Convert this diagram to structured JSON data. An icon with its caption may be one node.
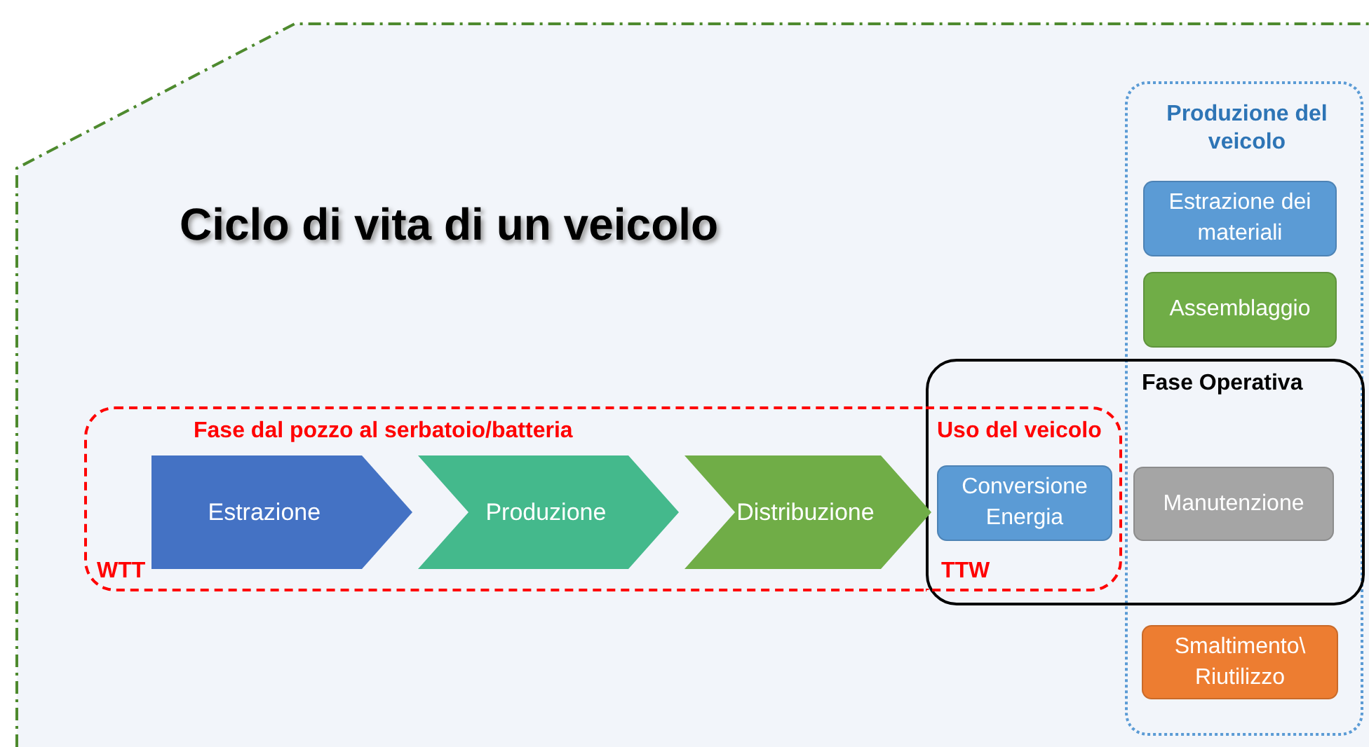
{
  "diagram": {
    "title": "Ciclo di vita di un veicolo",
    "nodes": [
      {
        "text": [
          "Produzione del veicolo"
        ]
      },
      {
        "text": [
          "Estrazione dei materiali"
        ],
        "in": 0
      },
      {
        "text": [
          "Assemblaggio"
        ],
        "in": 0
      },
      {
        "text": [
          "Fase Operativa"
        ]
      },
      {
        "text": [
          "Fase dal pozzo al serbatoio/batteria",
          "WTT"
        ]
      },
      {
        "text": [
          "Estrazione"
        ],
        "in": 4
      },
      {
        "text": [
          "Produzione"
        ],
        "in": 4
      },
      {
        "text": [
          "Distribuzione"
        ],
        "in": 4
      },
      {
        "text": [
          "Uso del veicolo",
          "TTW"
        ],
        "in": 3
      },
      {
        "text": [
          "Conversione Energia"
        ],
        "in": 8
      },
      {
        "text": [
          "Manutenzione"
        ]
      },
      {
        "text": [
          "Smaltimento\\ Riutilizzo"
        ],
        "in": 0
      }
    ]
  }
}
